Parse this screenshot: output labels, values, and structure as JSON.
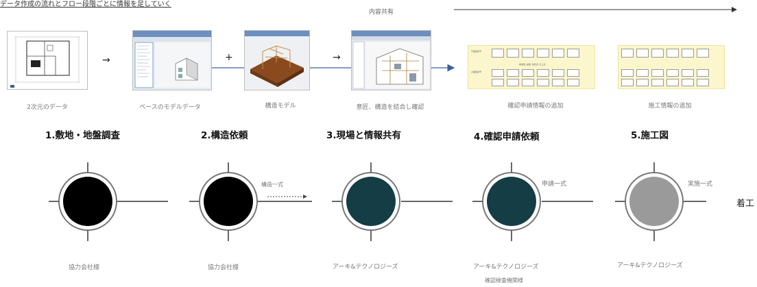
{
  "header": {
    "title": "データ作成の流れとフロー段階ごとに情報を足していく",
    "share_label": "内容共有"
  },
  "flow_top": {
    "arrow1": "→",
    "plus": "+",
    "arrow2": "→",
    "captions": [
      "2次元のデータ",
      "ベースのモデルデータ",
      "構造モデル",
      "意匠、構造を結合し確認",
      "確認申請情報の追加",
      "施工情報の追加"
    ],
    "symbol_panel_labels": [
      "平面図記号",
      "立面図記号",
      "構造図, 設備, 建具表, 仕上表"
    ]
  },
  "steps": [
    {
      "number": "1.",
      "title": "敷地・地盤調査",
      "owner": "協力会社様",
      "color": "#000000"
    },
    {
      "number": "2.",
      "title": "構造依頼",
      "owner": "協力会社様",
      "note": "構造一式",
      "color": "#000000"
    },
    {
      "number": "3.",
      "title": "現場と情報共有",
      "owner": "アーキ&テクノロジーズ",
      "color": "#143d45"
    },
    {
      "number": "4.",
      "title": "確認申請依頼",
      "owner": "アーキ&テクノロジーズ",
      "owner2": "確認検査機関様",
      "note": "申請一式",
      "color": "#143d45"
    },
    {
      "number": "5.",
      "title": "施工図",
      "owner": "アーキ&テクノロジーズ",
      "note": "実施一式",
      "color": "#9a9a9a"
    }
  ],
  "end_label": "着工"
}
